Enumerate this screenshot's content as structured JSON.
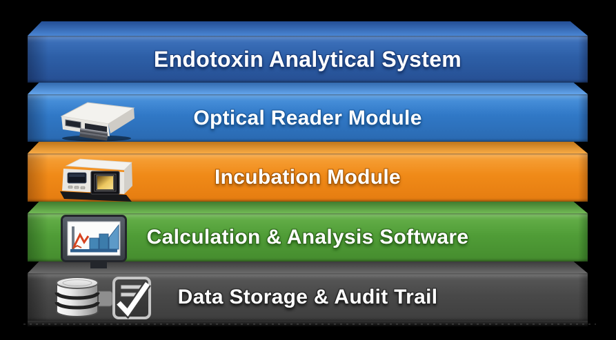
{
  "diagram": {
    "background_color": "#000000",
    "text_color": "#ffffff",
    "layers": [
      {
        "label": "Endotoxin Analytical System",
        "color": "#2d5fa7",
        "icons": []
      },
      {
        "label": "Optical Reader Module",
        "color": "#3078c6",
        "icons": [
          "microplate-reader-icon"
        ]
      },
      {
        "label": "Incubation Module",
        "color": "#f08a18",
        "icons": [
          "incubator-icon"
        ]
      },
      {
        "label": "Calculation & Analysis Software",
        "color": "#509d37",
        "icons": [
          "monitor-bar-chart-icon"
        ]
      },
      {
        "label": "Data Storage & Audit Trail",
        "color": "#494949",
        "icons": [
          "database-icon",
          "checklist-icon"
        ]
      }
    ]
  }
}
